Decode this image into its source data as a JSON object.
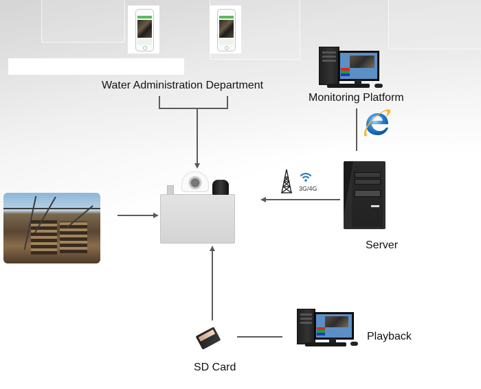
{
  "diagram": {
    "type": "system-architecture",
    "nodes": {
      "water_admin": {
        "label": "Water Administration Department",
        "devices": [
          "mobile-phone",
          "mobile-phone"
        ]
      },
      "monitoring": {
        "label": "Monitoring Platform",
        "icon": "desktop-computer-icon",
        "access": "internet-explorer-icon"
      },
      "server": {
        "label": "Server",
        "icon": "server-tower-icon"
      },
      "network": {
        "label": "3G/4G",
        "icons": [
          "cell-tower-icon",
          "wifi-icon"
        ]
      },
      "site_photo": {
        "label": "",
        "icon": "dredging-site-photo"
      },
      "camera_unit": {
        "label": "",
        "icon": "camera-enclosure-device"
      },
      "sdcard": {
        "label": "SD Card",
        "icon": "sd-card-icon"
      },
      "playback": {
        "label": "Playback",
        "icon": "desktop-computer-icon"
      }
    },
    "edges": [
      {
        "from": "water_admin",
        "to": "camera_unit",
        "arrow": true
      },
      {
        "from": "site_photo",
        "to": "camera_unit",
        "arrow": true
      },
      {
        "from": "server",
        "to": "camera_unit",
        "arrow": true,
        "via": "3G/4G"
      },
      {
        "from": "monitoring",
        "to": "server",
        "arrow": false
      },
      {
        "from": "sdcard",
        "to": "camera_unit",
        "arrow": true
      },
      {
        "from": "sdcard",
        "to": "playback",
        "arrow": false
      }
    ],
    "colors": {
      "line": "#5a5a5a",
      "text": "#111111",
      "wifi": "#2a7fc9",
      "screen_red": "#e3241f",
      "screen_green": "#1f9d3a",
      "screen_blue": "#1838d4",
      "phone_bar": "#5cb85c"
    }
  }
}
